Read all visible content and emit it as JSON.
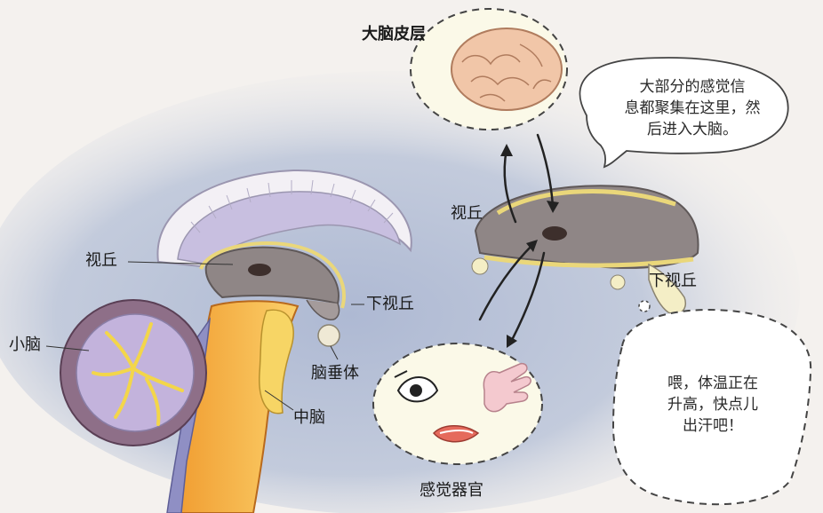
{
  "labels": {
    "cerebral_cortex": "大脑皮层",
    "thalamus_left": "视丘",
    "hypothalamus_left": "下视丘",
    "cerebellum": "小脑",
    "pituitary": "脑垂体",
    "midbrain": "中脑",
    "thalamus_right": "视丘",
    "hypothalamus_right": "下视丘",
    "sense_organs": "感觉器官"
  },
  "bubbles": {
    "thalamus_speech": [
      "大部分的感觉信",
      "息都聚集在这里，然",
      "后进入大脑。"
    ],
    "hypothalamus_thought": [
      "喂，体温正在",
      "升高，快点儿",
      "出汗吧！"
    ]
  }
}
